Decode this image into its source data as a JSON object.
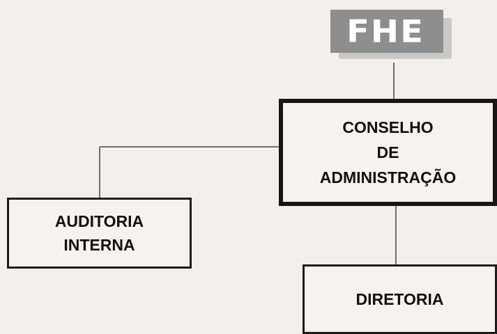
{
  "logo": {
    "text": "FHE"
  },
  "nodes": {
    "board": {
      "line1": "CONSELHO",
      "line2": "DE",
      "line3": "ADMINISTRAÇÃO"
    },
    "audit": {
      "line1": "AUDITORIA",
      "line2": "INTERNA"
    },
    "directorate": {
      "line1": "DIRETORIA"
    }
  }
}
